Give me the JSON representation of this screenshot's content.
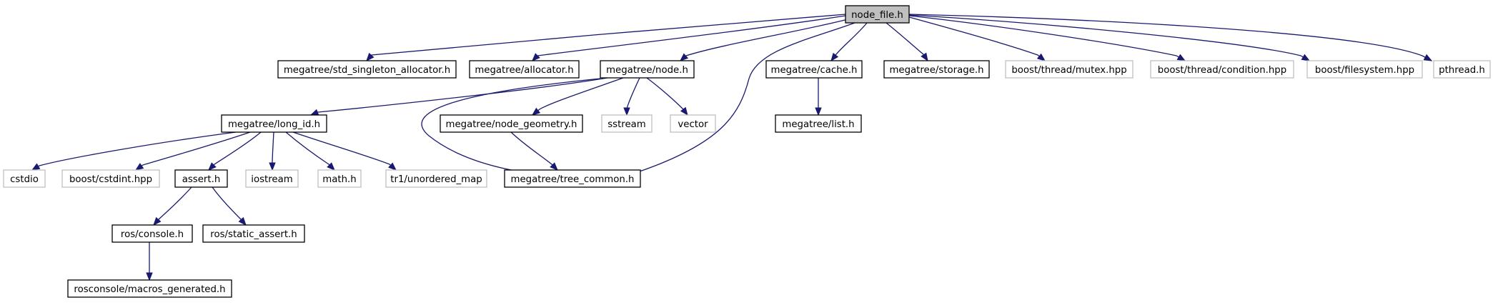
{
  "colors": {
    "edge": "#191970",
    "root_fill": "#bfbfbf",
    "node_border": "#000000",
    "external_border": "#bfbfbf"
  },
  "nodes": [
    {
      "id": "node_file",
      "label": "node_file.h",
      "kind": "root"
    },
    {
      "id": "std_singleton_allocator",
      "label": "megatree/std_singleton_allocator.h",
      "kind": "dark"
    },
    {
      "id": "allocator",
      "label": "megatree/allocator.h",
      "kind": "dark"
    },
    {
      "id": "node",
      "label": "megatree/node.h",
      "kind": "dark"
    },
    {
      "id": "cache",
      "label": "megatree/cache.h",
      "kind": "dark"
    },
    {
      "id": "storage",
      "label": "megatree/storage.h",
      "kind": "dark"
    },
    {
      "id": "mutex",
      "label": "boost/thread/mutex.hpp",
      "kind": "light"
    },
    {
      "id": "condition",
      "label": "boost/thread/condition.hpp",
      "kind": "light"
    },
    {
      "id": "filesystem",
      "label": "boost/filesystem.hpp",
      "kind": "light"
    },
    {
      "id": "pthread",
      "label": "pthread.h",
      "kind": "light"
    },
    {
      "id": "long_id",
      "label": "megatree/long_id.h",
      "kind": "dark"
    },
    {
      "id": "node_geometry",
      "label": "megatree/node_geometry.h",
      "kind": "dark"
    },
    {
      "id": "sstream",
      "label": "sstream",
      "kind": "light"
    },
    {
      "id": "vector",
      "label": "vector",
      "kind": "light"
    },
    {
      "id": "list",
      "label": "megatree/list.h",
      "kind": "dark"
    },
    {
      "id": "cstdio",
      "label": "cstdio",
      "kind": "light"
    },
    {
      "id": "cstdint",
      "label": "boost/cstdint.hpp",
      "kind": "light"
    },
    {
      "id": "assert",
      "label": "assert.h",
      "kind": "dark"
    },
    {
      "id": "iostream",
      "label": "iostream",
      "kind": "light"
    },
    {
      "id": "math",
      "label": "math.h",
      "kind": "light"
    },
    {
      "id": "unordered_map",
      "label": "tr1/unordered_map",
      "kind": "light"
    },
    {
      "id": "tree_common",
      "label": "megatree/tree_common.h",
      "kind": "dark"
    },
    {
      "id": "console",
      "label": "ros/console.h",
      "kind": "dark"
    },
    {
      "id": "static_assert",
      "label": "ros/static_assert.h",
      "kind": "dark"
    },
    {
      "id": "macros_generated",
      "label": "rosconsole/macros_generated.h",
      "kind": "dark"
    }
  ],
  "edges": [
    {
      "from": "node_file",
      "to": "std_singleton_allocator"
    },
    {
      "from": "node_file",
      "to": "allocator"
    },
    {
      "from": "node_file",
      "to": "node"
    },
    {
      "from": "node_file",
      "to": "tree_common"
    },
    {
      "from": "node_file",
      "to": "cache"
    },
    {
      "from": "node_file",
      "to": "storage"
    },
    {
      "from": "node_file",
      "to": "mutex"
    },
    {
      "from": "node_file",
      "to": "condition"
    },
    {
      "from": "node_file",
      "to": "filesystem"
    },
    {
      "from": "node_file",
      "to": "pthread"
    },
    {
      "from": "node",
      "to": "long_id"
    },
    {
      "from": "node",
      "to": "node_geometry"
    },
    {
      "from": "node",
      "to": "tree_common"
    },
    {
      "from": "node",
      "to": "sstream"
    },
    {
      "from": "node",
      "to": "vector"
    },
    {
      "from": "cache",
      "to": "list"
    },
    {
      "from": "long_id",
      "to": "cstdio"
    },
    {
      "from": "long_id",
      "to": "cstdint"
    },
    {
      "from": "long_id",
      "to": "assert"
    },
    {
      "from": "long_id",
      "to": "iostream"
    },
    {
      "from": "long_id",
      "to": "math"
    },
    {
      "from": "long_id",
      "to": "unordered_map"
    },
    {
      "from": "node_geometry",
      "to": "tree_common"
    },
    {
      "from": "assert",
      "to": "console"
    },
    {
      "from": "assert",
      "to": "static_assert"
    },
    {
      "from": "console",
      "to": "macros_generated"
    }
  ]
}
